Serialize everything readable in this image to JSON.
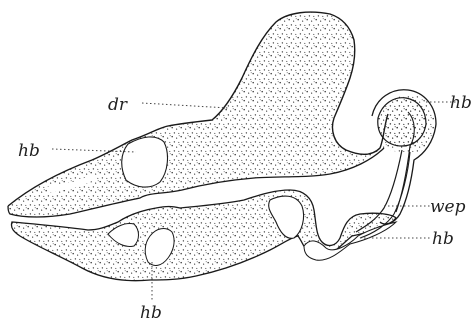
{
  "colors": {
    "background": "#ffffff",
    "outline": "#1a1a1a",
    "stipple": "#3a3a3a",
    "leader": "#444444"
  },
  "labels": {
    "dr": "dr",
    "hb_top_right": "hb",
    "hb_left": "hb",
    "wep": "wep",
    "hb_right_lower": "hb",
    "hb_bottom": "hb"
  }
}
